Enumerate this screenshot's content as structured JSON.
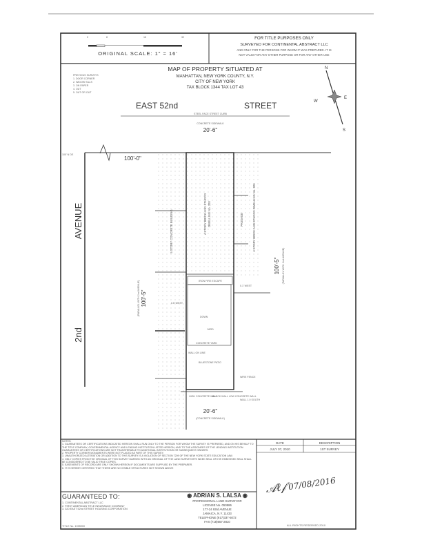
{
  "scale_box": {
    "ticks": [
      "0",
      "8",
      "16",
      "32"
    ],
    "label": "ORIGINAL SCALE: 1\" = 16'"
  },
  "title_purpose": {
    "line1": "FOR TITLE PURPOSES ONLY",
    "line2": "SURVEYED FOR CONTINENTAL ABSTRACT LLC",
    "line3": "AND ONLY FOR THE PERSONS FOR WHOM IT WAS PREPARED. IT IS",
    "line4": "NOT VALID FOR ANY OTHER PURPOSE OR FOR ANY OTHER USE"
  },
  "header": {
    "title": "MAP OF PROPERTY SITUATED AT",
    "line2": "MANHATTAN, NEW YORK COUNTY, N.Y.",
    "line3": "CITY OF NEW YORK",
    "line4": "TAX BLOCK 1344 TAX LOT 43",
    "legend": [
      "PREVIOUS SURVEYS",
      "1. DOOR CORNER",
      "2. WIDOW SILLS",
      "3. ON PAPER",
      "4. OUT",
      "5. OUT OR OUT"
    ]
  },
  "compass": {
    "labels": [
      "N",
      "E",
      "S",
      "W"
    ]
  },
  "map": {
    "street_name_1": "EAST 52nd",
    "street_name_2": "STREET",
    "street_note": "STEEL FACE STREET CURB",
    "sidewalk_note": "CONCRETE SIDEWALK",
    "street_dim": "20'-6\"",
    "rear_dim": "20'-6\"",
    "rear_note": "(CONCRETE SIDEWALK)",
    "frontage_dim": "100'-0\"",
    "corner_note": "100' N DE",
    "avenue_name_1": "AVENUE",
    "avenue_name_2": "2nd",
    "left_dim": "100'-5\"",
    "left_note": "(PARALLEL WITH 2nd AVENUE)",
    "right_dim": "100'-5\"",
    "right_note": "(PARALLEL WITH 2nd AVENUE)",
    "building_label_1": "4 STORY BRICK AND STUCCO",
    "building_label_2": "DWELLING No. 320",
    "adjoining_left": "5 STORY CONCRETE BUILDING",
    "adjoining_right": "4 STORY BRICK AND STUCCO DWELLING No. 326",
    "passage": "PASSAGE",
    "fire_escape": "IRON FIRE ESCAPE",
    "yard": "YARD",
    "concrete_yard": "CONCRETE YARD",
    "down": "DOWN",
    "bluestone_patio": "BLUESTONE PATIO",
    "wall_labels": [
      "WALL ON LINE",
      "WIRE FENCE",
      "HIGH CONCRETE WALL",
      "BLOCK WALL LOW CONCRETE WALL",
      "WALL 1.0 SOUTH",
      "0.6' WEST",
      "0.1' WEST"
    ]
  },
  "notes": {
    "heading": "NOTES:",
    "items": [
      "1. GUARANTEES OR CERTIFICATIONS INDICATED HEREON SHALL RUN ONLY TO THE PERSON FOR WHOM THE SURVEY IS PREPARED, AND ON HIS BEHALF TO THE TITLE COMPANY, GOVERNMENTAL AGENCY AND LENDING INSTITUTION LISTED HEREON, AND TO THE ASSIGNEES OF THE LENDING INSTITUTION. GUARANTEES OR CERTIFICATIONS ARE NOT TRANSFERABLE TO ADDITIONAL INSTITUTIONS OR SUBSEQUENT OWNERS.",
      "2. PROPERTY CORNER MONUMENTS WERE NOT PLACED AS PART OF THIS SURVEY.",
      "3. UNAUTHORIZED ALTERATION OR ADDITION TO THIS SURVEY IS A VIOLATION OF SECTION 7209 OF THE NEW YORK STATE EDUCATION LAW.",
      "4. ONLY COPIES FROM THE ORIGINAL OF THIS SURVEY MARKED WITH AN ORIGINAL OF THE LAND SURVEYOR'S INKED SEAL OR HIS EMBOSSED SEAL SHALL BE CONSIDERED TO BE VALID TRUE COPIES.",
      "5. EASEMENTS OF RECORD ARE ONLY SHOWN HEREON IF DOCUMENTS ARE SUPPLIED BY THE PREPARER.",
      "6. IT IS HEREBY CERTIFIED THAT THERE ARE NO VISIBLE STRUCTURES NOT SHOWN ABOVE"
    ]
  },
  "revisions": {
    "headers": [
      "DATE",
      "DESCRIPTION"
    ],
    "rows": [
      [
        "JULY 07, 2010",
        "1ST SURVEY"
      ]
    ]
  },
  "guaranteed": {
    "heading": "GUARANTEED TO:",
    "items": [
      "1. CONTINENTAL ABSTRACT LLC",
      "2. FIRST AMERICAN TITLE INSURANCE COMPANY",
      "3. 320 EAST 52nd STREET HOUSING CORPORATION"
    ],
    "title_no": "TITLE No. 1055900"
  },
  "surveyor": {
    "name": "ADRIAN S. LALSA",
    "line1": "PROFESSIONAL LAND SURVEYOR",
    "line2": "LICENSE No. 050586",
    "line3": "177-24 93rd AVENUE",
    "line4": "JAMAICA, N.Y. 11433",
    "line5": "TELEPHONE (917)337-5072",
    "line6": "FAX (718)657-2810",
    "copyright": "ALL RIGHTS RESERVED 2010",
    "signature_date": "07/08/2016"
  }
}
